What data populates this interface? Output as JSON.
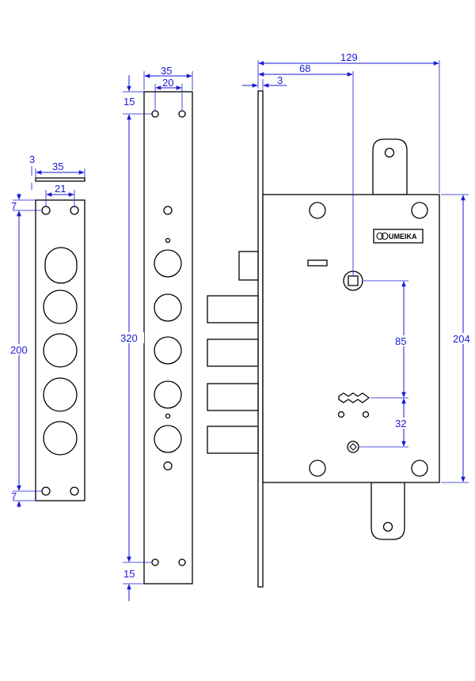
{
  "brand": {
    "name": "UMEIKA",
    "logo_icon": "knot-logo-icon"
  },
  "colors": {
    "dimension": "#1a1ad6",
    "outline": "#000000",
    "background": "#ffffff"
  },
  "dimensions": {
    "small_plate": {
      "thickness": "3",
      "width": "35",
      "hole_spacing": "21",
      "edge_top": "7",
      "height": "200",
      "edge_bottom": "7"
    },
    "long_plate": {
      "width": "35",
      "hole_spacing": "20",
      "edge_top": "15",
      "height": "320",
      "edge_bottom": "15"
    },
    "lock_body": {
      "overall_width": "129",
      "backset": "68",
      "faceplate_thickness": "3",
      "height": "204",
      "spindle_to_key": "85",
      "key_to_cylinder": "32"
    }
  }
}
